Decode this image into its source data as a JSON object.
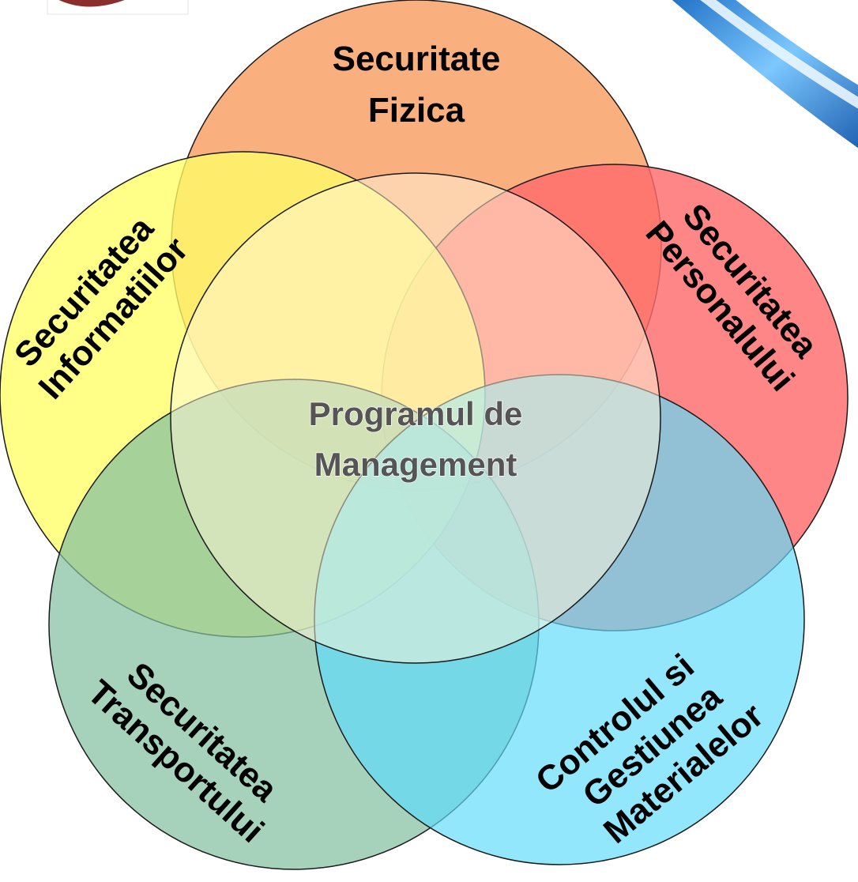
{
  "colors": {
    "physical": "#F9A46D",
    "personnel": "#FF6B6B",
    "information": "#FFFF66",
    "transport": "#84BFA0",
    "materials": "#5EDCFA",
    "center": "#FFF7DC",
    "outline": "#1a1a1a",
    "corner_ribbon": "#3a8ad6",
    "corner_logo": "#8a2e2e"
  },
  "circles": {
    "physical": {
      "line1": "Securitate",
      "line2": "Fizica"
    },
    "personnel": {
      "line1": "Securitatea",
      "line2": "Personalului"
    },
    "information": {
      "line1": "Securitatea",
      "line2": "Informatiilor"
    },
    "transport": {
      "line1": "Securitatea",
      "line2": "Transportului"
    },
    "materials": {
      "line1": "Controlul si",
      "line2": "Gestiunea",
      "line3": "Materialelor"
    }
  },
  "center": {
    "line1": "Programul de",
    "line2": "Management"
  }
}
